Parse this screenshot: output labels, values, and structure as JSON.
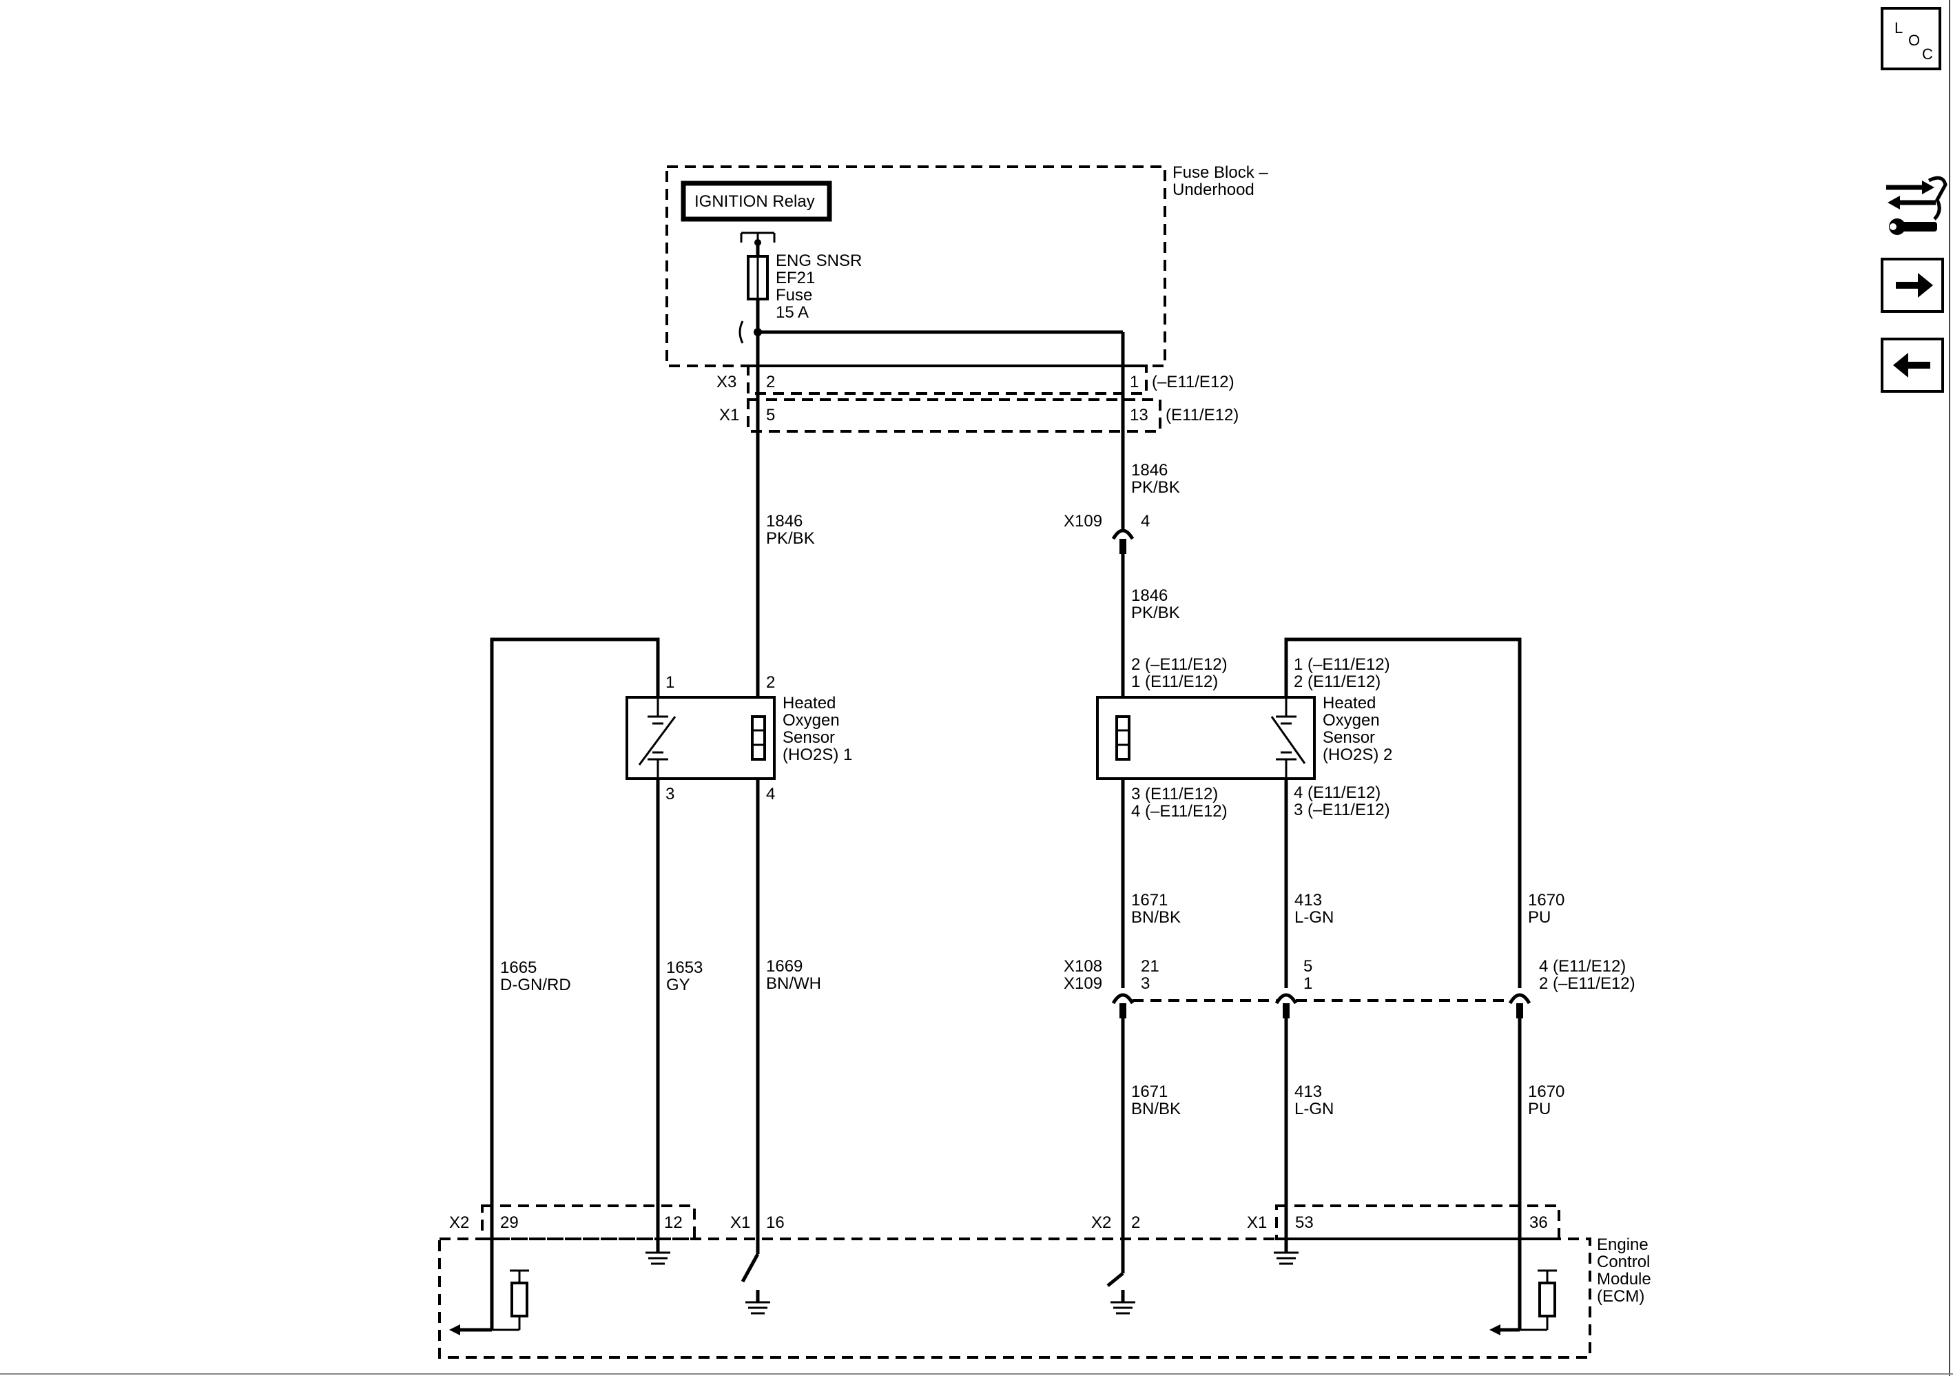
{
  "fuse_block": {
    "label_line1": "Fuse Block –",
    "label_line2": "Underhood",
    "relay": "IGNITION Relay",
    "fuse_line1": "ENG SNSR",
    "fuse_line2": "EF21",
    "fuse_line3": "Fuse",
    "fuse_line4": "15 A"
  },
  "connectors": {
    "x3": "X3",
    "x3_pin_left": "2",
    "x3_pin_right": "1",
    "x3_cond": "(–E11/E12)",
    "x1": "X1",
    "x1_pin_left": "5",
    "x1_pin_right": "13",
    "x1_cond": "(E11/E12)",
    "x109_top": "X109",
    "x109_top_pin": "4",
    "x108": "X108",
    "x109_mid": "X109",
    "x108_pin_a": "21",
    "x109_pin_a": "3",
    "x108_pin_b": "5",
    "x109_pin_b": "1",
    "x108_pin_c": "4 (E11/E12)",
    "x109_pin_c": "2 (–E11/E12)"
  },
  "wires": {
    "w1846_num": "1846",
    "w1846_color": "PK/BK",
    "w1665_num": "1665",
    "w1665_color": "D-GN/RD",
    "w1653_num": "1653",
    "w1653_color": "GY",
    "w1669_num": "1669",
    "w1669_color": "BN/WH",
    "w1671_num": "1671",
    "w1671_color": "BN/BK",
    "w413_num": "413",
    "w413_color": "L-GN",
    "w1670_num": "1670",
    "w1670_color": "PU"
  },
  "sensor1": {
    "line1": "Heated",
    "line2": "Oxygen",
    "line3": "Sensor",
    "line4": "(HO2S) 1",
    "pin1": "1",
    "pin2": "2",
    "pin3": "3",
    "pin4": "4"
  },
  "sensor2": {
    "line1": "Heated",
    "line2": "Oxygen",
    "line3": "Sensor",
    "line4": "(HO2S) 2",
    "pin_tl1": "2 (–E11/E12)",
    "pin_tl2": "1 (E11/E12)",
    "pin_tr1": "1 (–E11/E12)",
    "pin_tr2": "2 (E11/E12)",
    "pin_bl1": "3 (E11/E12)",
    "pin_bl2": "4 (–E11/E12)",
    "pin_br1": "4 (E11/E12)",
    "pin_br2": "3 (–E11/E12)"
  },
  "ecm": {
    "line1": "Engine",
    "line2": "Control",
    "line3": "Module",
    "line4": "(ECM)",
    "x2_left": "X2",
    "x2_left_pin1": "29",
    "x2_left_pin2": "12",
    "x1_left": "X1",
    "x1_left_pin": "16",
    "x2_mid": "X2",
    "x2_mid_pin": "2",
    "x1_right": "X1",
    "x1_right_pin1": "53",
    "x1_right_pin2": "36"
  },
  "nav": {
    "loc_l": "L",
    "loc_o": "O",
    "loc_c": "C",
    "icons": [
      "location-icon",
      "connector-wrench-icon",
      "next-arrow-icon",
      "previous-arrow-icon"
    ]
  }
}
